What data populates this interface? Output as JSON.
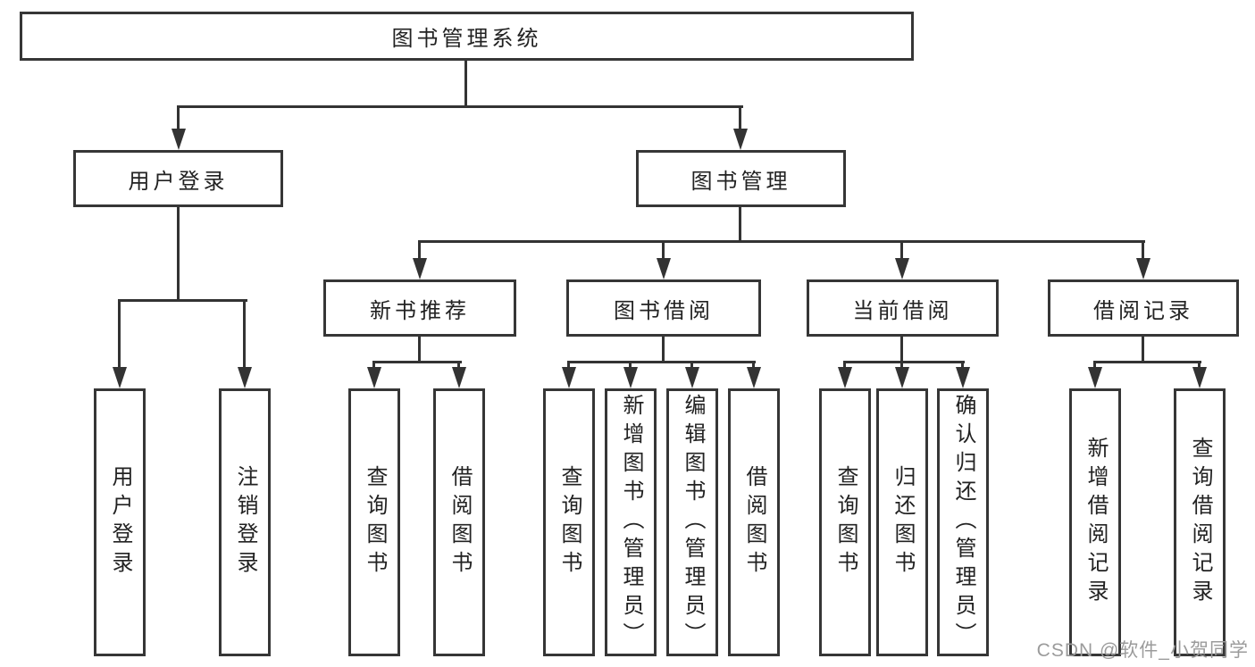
{
  "diagram": {
    "type": "tree",
    "root": {
      "label": "图书管理系统"
    },
    "level2": {
      "user_login": {
        "label": "用户登录"
      },
      "book_mgmt": {
        "label": "图书管理"
      }
    },
    "level3": {
      "new_book_rec": {
        "label": "新书推荐"
      },
      "book_borrow": {
        "label": "图书借阅"
      },
      "current_borrow": {
        "label": "当前借阅"
      },
      "borrow_records": {
        "label": "借阅记录"
      }
    },
    "leaves": {
      "user_login_leaf": {
        "label": "用户登录",
        "parent": "用户登录"
      },
      "logout": {
        "label": "注销登录",
        "parent": "用户登录"
      },
      "query_books_a": {
        "label": "查询图书",
        "parent": "新书推荐"
      },
      "borrow_books_a": {
        "label": "借阅图书",
        "parent": "新书推荐"
      },
      "query_books_b": {
        "label": "查询图书",
        "parent": "图书借阅"
      },
      "add_books": {
        "label": "新增图书（管理员）",
        "parent": "图书借阅"
      },
      "edit_books": {
        "label": "编辑图书（管理员）",
        "parent": "图书借阅"
      },
      "borrow_books_b": {
        "label": "借阅图书",
        "parent": "图书借阅"
      },
      "query_books_c": {
        "label": "查询图书",
        "parent": "当前借阅"
      },
      "return_books": {
        "label": "归还图书",
        "parent": "当前借阅"
      },
      "confirm_return": {
        "label": "确认归还（管理员）",
        "parent": "当前借阅"
      },
      "add_record": {
        "label": "新增借阅记录",
        "parent": "借阅记录"
      },
      "query_record": {
        "label": "查询借阅记录",
        "parent": "借阅记录"
      }
    }
  },
  "watermark": {
    "text": "CSDN @软件_小贺同学"
  },
  "colors": {
    "line": "#333333",
    "box_border": "#363636",
    "text": "#222222",
    "watermark": "#9b9b9b",
    "background": "#ffffff"
  }
}
